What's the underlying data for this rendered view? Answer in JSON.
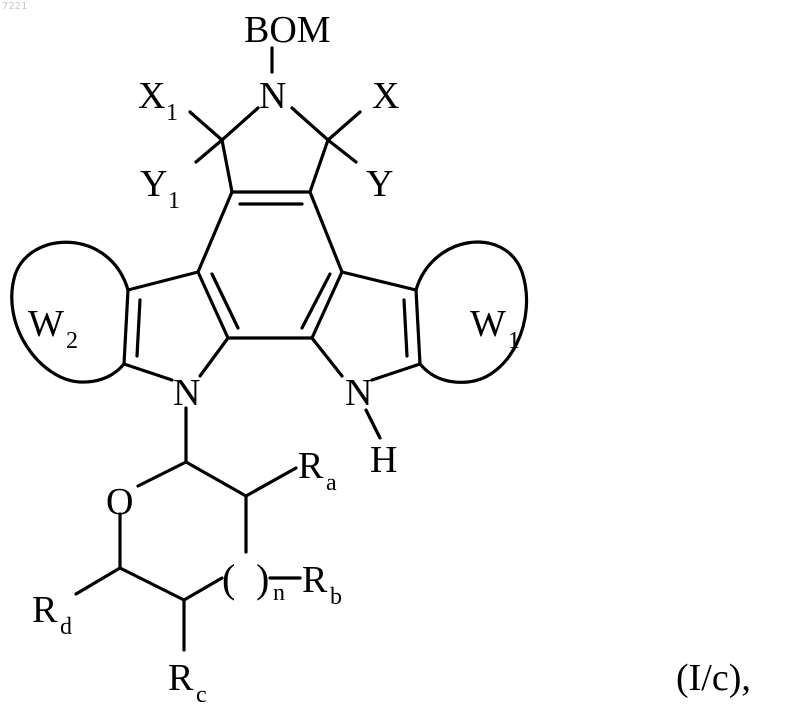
{
  "watermark": "7221",
  "formula_label": "(I/c),",
  "atoms": {
    "bom": "BOM",
    "n_top": "N",
    "x": "X",
    "x1": "X",
    "x1_sub": "1",
    "y": "Y",
    "y1": "Y",
    "y1_sub": "1",
    "w1": "W",
    "w1_sub": "1",
    "w2": "W",
    "w2_sub": "2",
    "n_left": "N",
    "n_right": "N",
    "h": "H",
    "o": "O",
    "ra": "R",
    "ra_sub": "a",
    "rb": "R",
    "rb_sub": "b",
    "rc": "R",
    "rc_sub": "c",
    "rd": "R",
    "rd_sub": "d",
    "paren_open": "(",
    "paren_close": ")",
    "n_sub": "n"
  }
}
